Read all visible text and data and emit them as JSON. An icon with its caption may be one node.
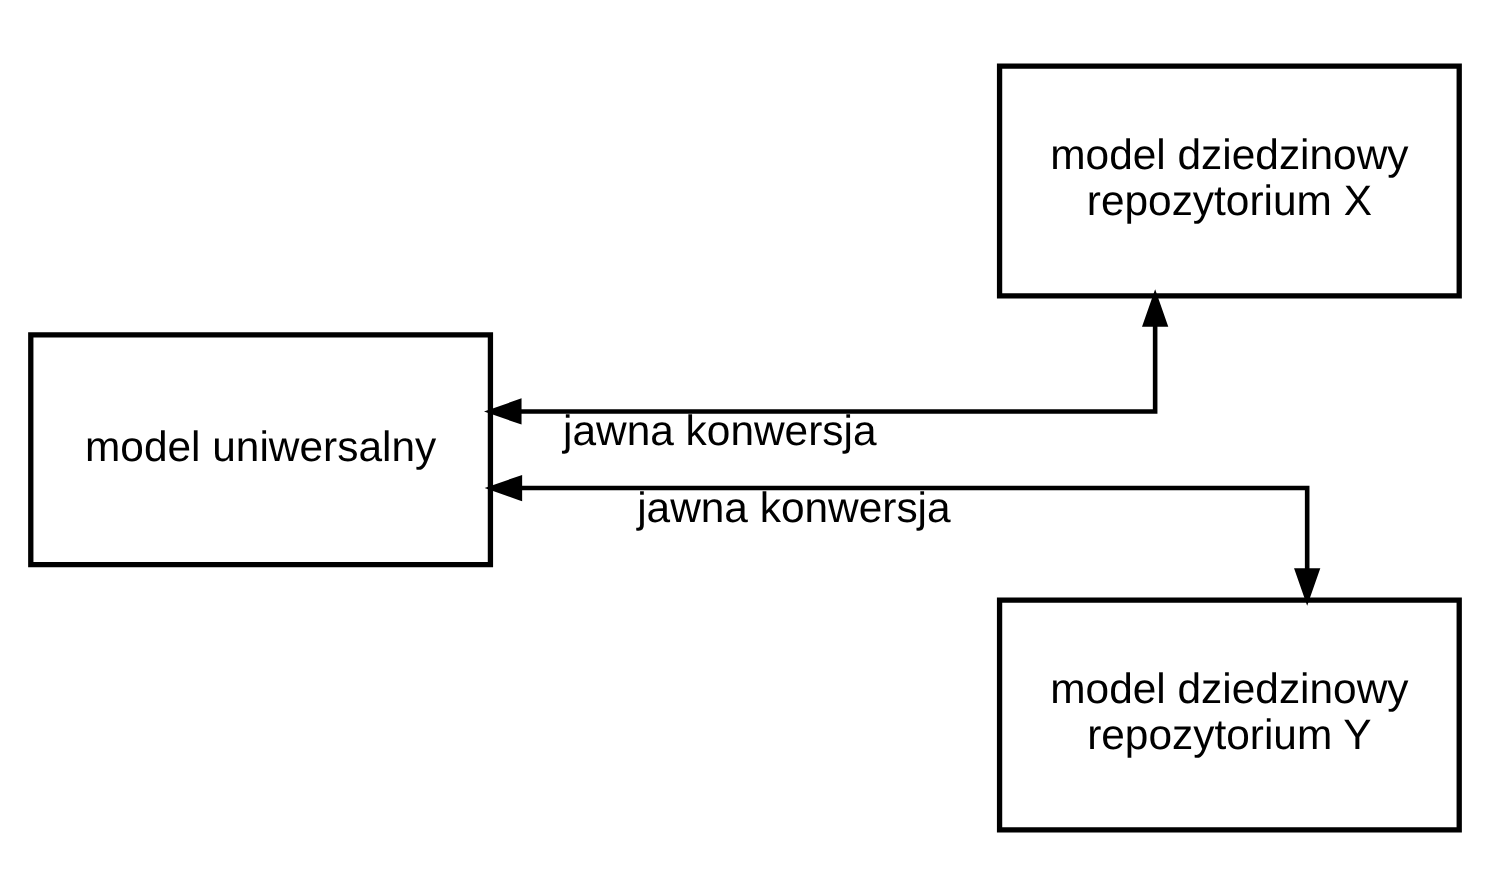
{
  "diagram": {
    "nodes": [
      {
        "text": [
          "model dziedzinowy repozytorium X"
        ]
      },
      {
        "text": [
          "model uniwersalny"
        ]
      },
      {
        "text": [
          "model dziedzinowy repozytorium Y"
        ]
      }
    ],
    "edges": [
      {
        "from": 1,
        "to": 0,
        "arrow": "both",
        "label": "jawna konwersja"
      },
      {
        "from": 1,
        "to": 2,
        "arrow": "both",
        "label": "jawna konwersja"
      }
    ]
  }
}
